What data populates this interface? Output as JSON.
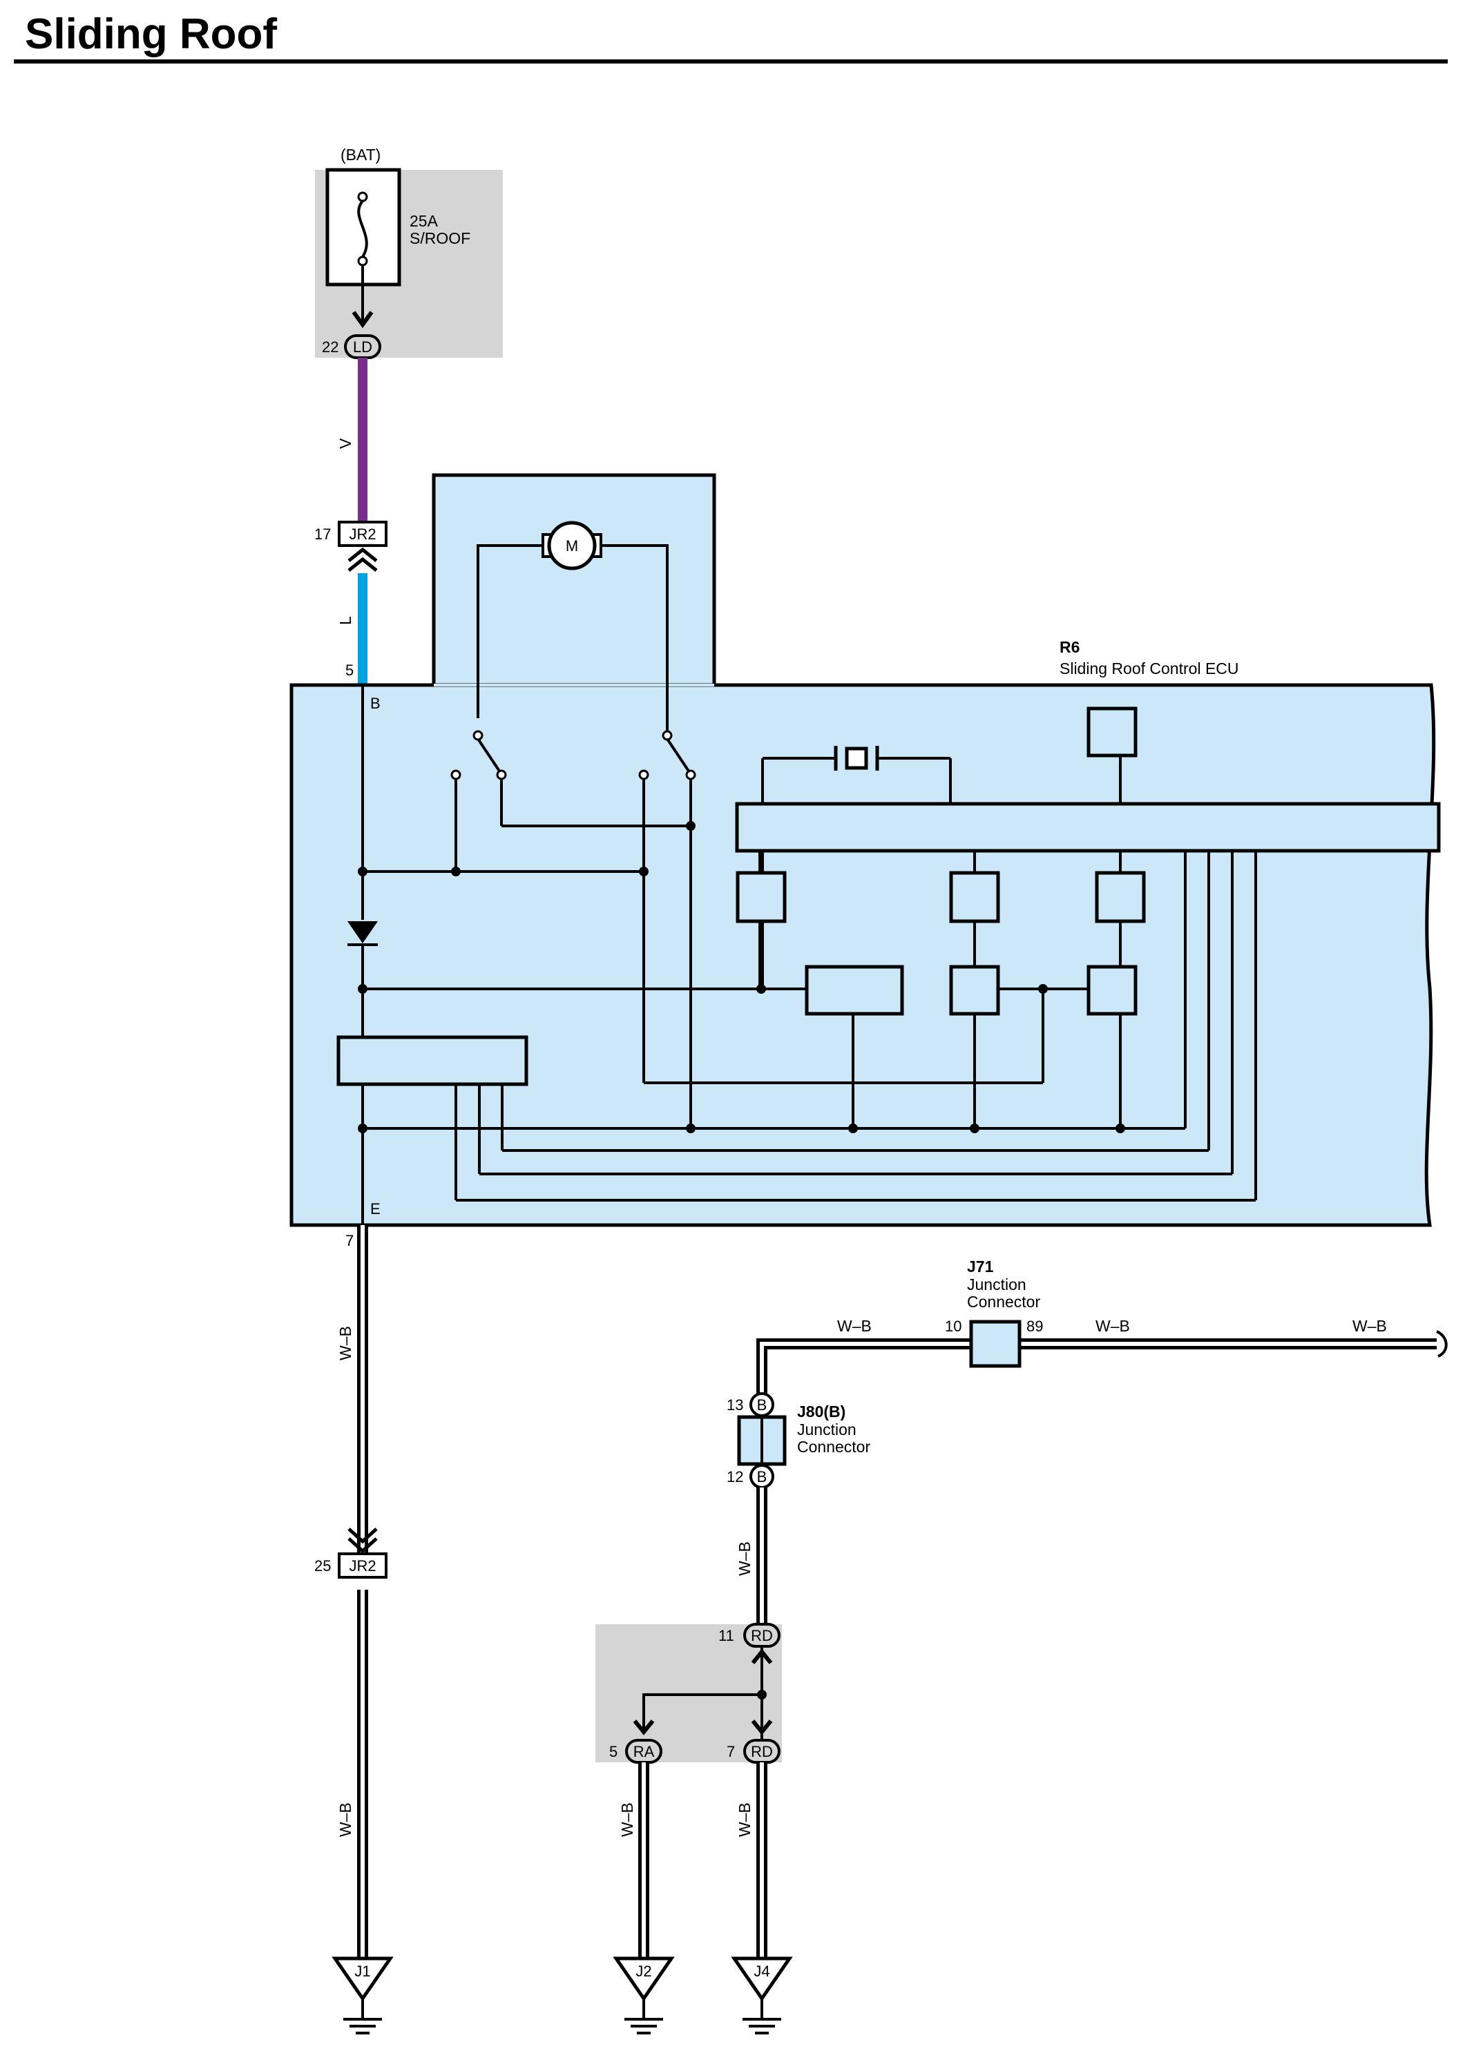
{
  "title": "Sliding Roof",
  "colors": {
    "ecu_fill": "#cce8f8",
    "block_fill": "#d5d5d5",
    "wire_violet": "#7b2d8e",
    "wire_blue": "#00a3e0",
    "ink": "#000000"
  },
  "fuse": {
    "supply": "(BAT)",
    "rating": "25A",
    "name": "S/ROOF",
    "pin": "22",
    "connector": "LD"
  },
  "wires": {
    "violet": "V",
    "blue": "L",
    "ground": "W–B"
  },
  "jr2_upper": {
    "pin": "17",
    "connector": "JR2"
  },
  "jr2_lower": {
    "pin": "25",
    "connector": "JR2"
  },
  "ecu": {
    "code": "R6",
    "name": "Sliding Roof Control ECU",
    "pin_b_num": "5",
    "pin_b": "B",
    "pin_e_num": "7",
    "pin_e": "E",
    "motor": "M"
  },
  "j71": {
    "code": "J71",
    "name_line1": "Junction",
    "name_line2": "Connector",
    "pin_left": "10",
    "pin_right": "89"
  },
  "j80": {
    "code": "J80(B)",
    "name_line1": "Junction",
    "name_line2": "Connector",
    "pin_top": "13",
    "pin_bottom": "12",
    "connector": "B"
  },
  "rd_block": {
    "rd_top_pin": "11",
    "rd_bottom_pin": "7",
    "rd": "RD",
    "ra_pin": "5",
    "ra": "RA"
  },
  "grounds": [
    "J1",
    "J2",
    "J4"
  ]
}
